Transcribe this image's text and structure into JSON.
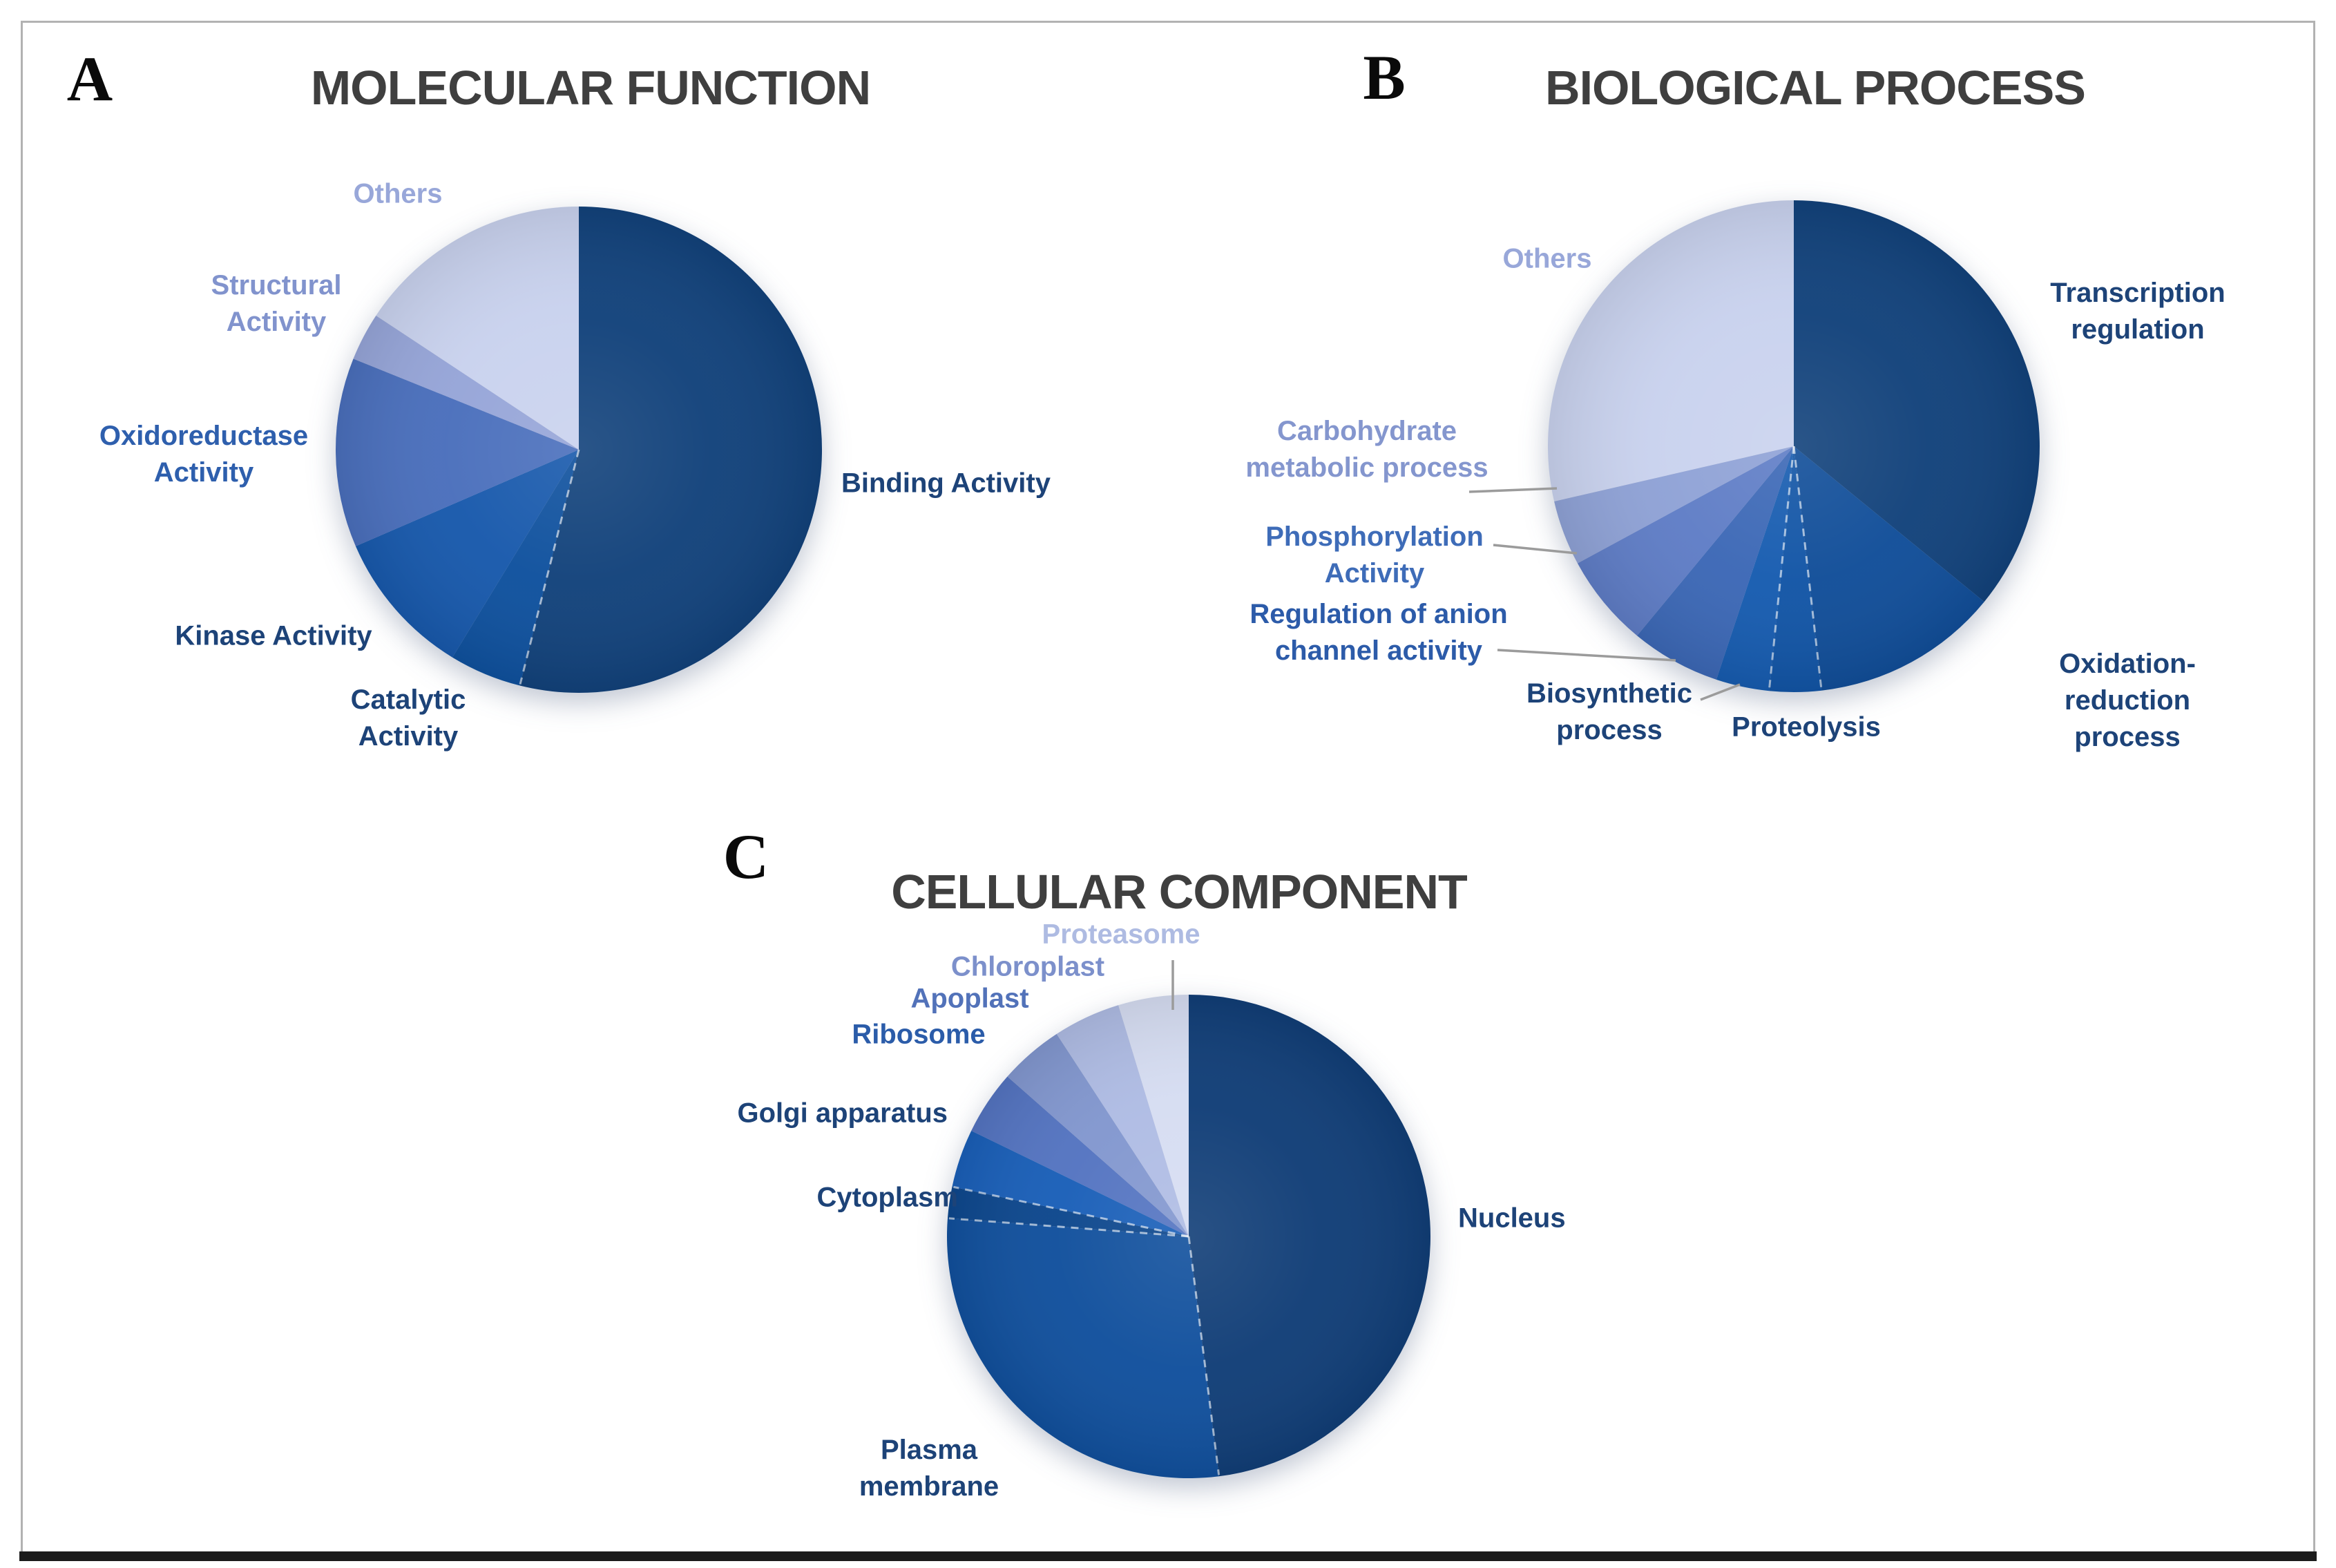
{
  "figure": {
    "background": "#FFFFFF",
    "border_color": "#B2B2B2",
    "bottom_rule_color": "#1C1C1C",
    "title_color": "#3F3F3F",
    "panel_letter_color": "#0A0A0A",
    "leader_line_color": "#9B9B9B",
    "panels": [
      {
        "letter": "A",
        "title": "MOLECULAR FUNCTION"
      },
      {
        "letter": "B",
        "title": "BIOLOGICAL PROCESS"
      },
      {
        "letter": "C",
        "title": "CELLULAR COMPONENT"
      }
    ]
  },
  "chart_data": [
    {
      "type": "pie",
      "title": "MOLECULAR FUNCTION",
      "start_angle_deg": 0,
      "direction": "clockwise",
      "legend_position": "none",
      "slices": [
        {
          "label": "Binding Activity",
          "value": 53.9,
          "color": "#12427B",
          "label_color": "#1D4378"
        },
        {
          "label": "Catalytic\nActivity",
          "value": 4.8,
          "color": "#0F519E",
          "label_color": "#1D4378",
          "dashed_start": true
        },
        {
          "label": "Kinase Activity",
          "value": 9.8,
          "color": "#1859AC",
          "label_color": "#1D4378"
        },
        {
          "label": "Oxidoreductase\nActivity",
          "value": 12.6,
          "color": "#4A6FBC",
          "label_color": "#2E5FAD"
        },
        {
          "label": "Structural\nActivity",
          "value": 3.2,
          "color": "#96A5D8",
          "label_color": "#8193CD"
        },
        {
          "label": "Others",
          "value": 15.7,
          "color": "#C9D2EE",
          "label_color": "#98A7D9"
        }
      ]
    },
    {
      "type": "pie",
      "title": "BIOLOGICAL PROCESS",
      "start_angle_deg": 0,
      "direction": "clockwise",
      "legend_position": "none",
      "slices": [
        {
          "label": "Transcription\nregulation",
          "value": 35.9,
          "color": "#12427B",
          "label_color": "#1D4378"
        },
        {
          "label": "Oxidation-reduction\nprocess",
          "value": 12.3,
          "color": "#114E99",
          "label_color": "#1D4378"
        },
        {
          "label": "Proteolysis",
          "value": 3.4,
          "color": "#1255A6",
          "label_color": "#1D4378",
          "dashed_start": true
        },
        {
          "label": "Biosynthetic\nprocess",
          "value": 3.5,
          "color": "#175CB0",
          "label_color": "#1D4378",
          "dashed_start": true
        },
        {
          "label": "Regulation of anion\nchannel activity",
          "value": 5.9,
          "color": "#3C68B6",
          "label_color": "#2C5BA9"
        },
        {
          "label": "Phosphorylation\nActivity",
          "value": 6.1,
          "color": "#5F7DC6",
          "label_color": "#3E6CB8"
        },
        {
          "label": "Carbohydrate\nmetabolic process",
          "value": 4.3,
          "color": "#8FA2D6",
          "label_color": "#8496CE"
        },
        {
          "label": "Others",
          "value": 28.6,
          "color": "#C9D2EE",
          "label_color": "#98A7D9"
        }
      ]
    },
    {
      "type": "pie",
      "title": "CELLULAR COMPONENT",
      "start_angle_deg": 0,
      "direction": "clockwise",
      "legend_position": "none",
      "slices": [
        {
          "label": "Nucleus",
          "value": 48.0,
          "color": "#113E77",
          "label_color": "#1D4378"
        },
        {
          "label": "Plasma\nmembrane",
          "value": 28.2,
          "color": "#11509D",
          "label_color": "#1D4378",
          "dashed_start": true
        },
        {
          "label": "Cytoplasm",
          "value": 2.1,
          "color": "#0D478D",
          "label_color": "#1D4378",
          "dashed_start": true
        },
        {
          "label": "Golgi apparatus",
          "value": 3.9,
          "color": "#1A5FB8",
          "label_color": "#1D4378",
          "dashed_start": true
        },
        {
          "label": "Ribosome",
          "value": 4.3,
          "color": "#5474C1",
          "label_color": "#2B5CA9"
        },
        {
          "label": "Apoplast",
          "value": 4.3,
          "color": "#8297CF",
          "label_color": "#5272B9"
        },
        {
          "label": "Chloroplast",
          "value": 4.5,
          "color": "#AFBCE4",
          "label_color": "#7C90CB"
        },
        {
          "label": "Proteasome",
          "value": 4.7,
          "color": "#D6DDF2",
          "label_color": "#AEBBE2"
        }
      ]
    }
  ]
}
